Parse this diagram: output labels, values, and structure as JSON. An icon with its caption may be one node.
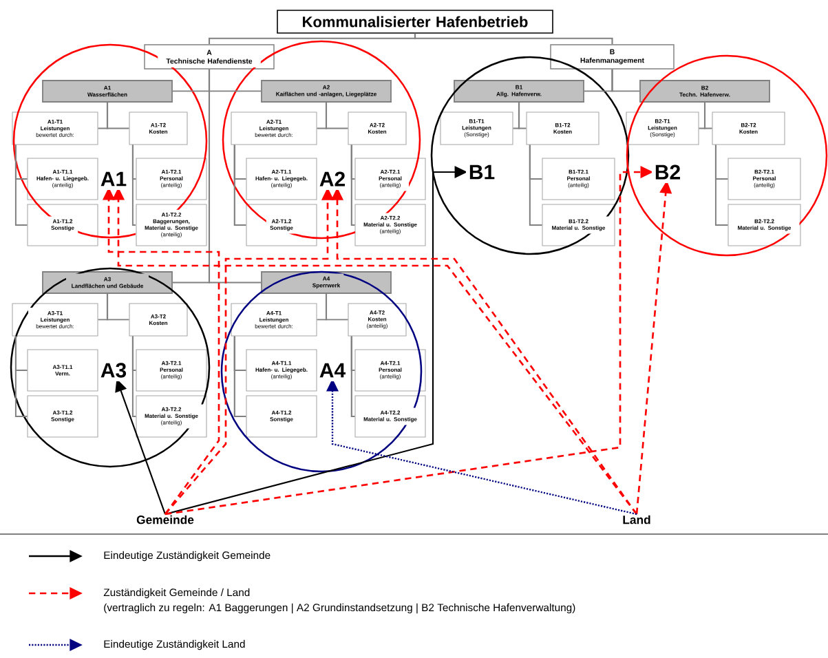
{
  "diagram": {
    "nodes": [
      {
        "text": [
          "Kommunalisierter Hafenbetrieb"
        ]
      },
      {
        "text": [
          "A",
          "Technische Hafendienste"
        ]
      },
      {
        "text": [
          "B",
          "Hafenmanagement"
        ]
      },
      {
        "text": [
          "A1",
          "Wasserflächen"
        ]
      },
      {
        "text": [
          "A1-T1",
          "Leistungen",
          "bewertet durch:"
        ]
      },
      {
        "text": [
          "A1-T2",
          "Kosten"
        ]
      },
      {
        "text": [
          "A1-T1.1",
          "Hafen- u. Liegegeb.",
          "(anteilig)"
        ]
      },
      {
        "text": [
          "A1-T1.2",
          "Sonstige"
        ]
      },
      {
        "text": [
          "A1-T2.1",
          "Personal",
          "(anteilig)"
        ]
      },
      {
        "text": [
          "A1-T2.2",
          "Baggerungen, Material u. Sonstige",
          "(anteilig)"
        ]
      },
      {
        "text": [
          "A2",
          "Kaiflächen und -anlagen, Liegeplätze"
        ]
      },
      {
        "text": [
          "A2-T1",
          "Leistungen",
          "bewertet durch:"
        ]
      },
      {
        "text": [
          "A2-T2",
          "Kosten"
        ]
      },
      {
        "text": [
          "A2-T1.1",
          "Hafen- u. Liegegeb.",
          "(anteilig)"
        ]
      },
      {
        "text": [
          "A2-T1.2",
          "Sonstige"
        ]
      },
      {
        "text": [
          "A2-T2.1",
          "Personal",
          "(anteilig)"
        ]
      },
      {
        "text": [
          "A2-T2.2",
          "Material u. Sonstige",
          "(anteilig)"
        ]
      },
      {
        "text": [
          "B1",
          "Allg. Hafenverw."
        ]
      },
      {
        "text": [
          "B1-T1",
          "Leistungen",
          "(Sonstige)"
        ]
      },
      {
        "text": [
          "B1-T2",
          "Kosten"
        ]
      },
      {
        "text": [
          "B1-T2.1",
          "Personal",
          "(anteilig)"
        ]
      },
      {
        "text": [
          "B1-T2.2",
          "Material u. Sonstige"
        ]
      },
      {
        "text": [
          "B2",
          "Techn. Hafenverw."
        ]
      },
      {
        "text": [
          "B2-T1",
          "Leistungen",
          "(Sonstige)"
        ]
      },
      {
        "text": [
          "B2-T2",
          "Kosten"
        ]
      },
      {
        "text": [
          "B2-T2.1",
          "Personal",
          "(anteilig)"
        ]
      },
      {
        "text": [
          "B2-T2.2",
          "Material u. Sonstige"
        ]
      },
      {
        "text": [
          "A3",
          "Landflächen und Gebäude"
        ]
      },
      {
        "text": [
          "A3-T1",
          "Leistungen",
          "bewertet durch:"
        ]
      },
      {
        "text": [
          "A3-T2",
          "Kosten"
        ]
      },
      {
        "text": [
          "A3-T1.1",
          "Verm."
        ]
      },
      {
        "text": [
          "A3-T1.2",
          "Sonstige"
        ]
      },
      {
        "text": [
          "A3-T2.1",
          "Personal",
          "(anteilig)"
        ]
      },
      {
        "text": [
          "A3-T2.2",
          "Material u. Sonstige",
          "(anteilig)"
        ]
      },
      {
        "text": [
          "A4",
          "Sperrwerk"
        ]
      },
      {
        "text": [
          "A4-T1",
          "Leistungen",
          "bewertet durch:"
        ]
      },
      {
        "text": [
          "A4-T2",
          "Kosten",
          "(anteilig)"
        ]
      },
      {
        "text": [
          "A4-T1.1",
          "Hafen- u. Liegegeb.",
          "(anteilig)"
        ]
      },
      {
        "text": [
          "A4-T1.2",
          "Sonstige"
        ]
      },
      {
        "text": [
          "A4-T2.1",
          "Personal",
          "(anteilig)"
        ]
      },
      {
        "text": [
          "A4-T2.2",
          "Material u. Sonstige"
        ]
      },
      {
        "text": [
          "A1"
        ]
      },
      {
        "text": [
          "A2"
        ]
      },
      {
        "text": [
          "B1"
        ]
      },
      {
        "text": [
          "B2"
        ]
      },
      {
        "text": [
          "A3"
        ]
      },
      {
        "text": [
          "A4"
        ]
      },
      {
        "text": [
          "Gemeinde"
        ]
      },
      {
        "text": [
          "Land"
        ]
      }
    ],
    "edges": [
      {
        "from": 0,
        "to": 1,
        "arrow": "none"
      },
      {
        "from": 0,
        "to": 2,
        "arrow": "none"
      },
      {
        "from": 1,
        "to": 3,
        "arrow": "none"
      },
      {
        "from": 1,
        "to": 10,
        "arrow": "none"
      },
      {
        "from": 1,
        "to": 27,
        "arrow": "none"
      },
      {
        "from": 1,
        "to": 34,
        "arrow": "none"
      },
      {
        "from": 2,
        "to": 17,
        "arrow": "none"
      },
      {
        "from": 2,
        "to": 22,
        "arrow": "none"
      },
      {
        "from": 3,
        "to": 4,
        "arrow": "none"
      },
      {
        "from": 3,
        "to": 5,
        "arrow": "none"
      },
      {
        "from": 4,
        "to": 6,
        "arrow": "none"
      },
      {
        "from": 4,
        "to": 7,
        "arrow": "none"
      },
      {
        "from": 5,
        "to": 8,
        "arrow": "none"
      },
      {
        "from": 5,
        "to": 9,
        "arrow": "none"
      },
      {
        "from": 10,
        "to": 11,
        "arrow": "none"
      },
      {
        "from": 10,
        "to": 12,
        "arrow": "none"
      },
      {
        "from": 11,
        "to": 13,
        "arrow": "none"
      },
      {
        "from": 11,
        "to": 14,
        "arrow": "none"
      },
      {
        "from": 12,
        "to": 15,
        "arrow": "none"
      },
      {
        "from": 12,
        "to": 16,
        "arrow": "none"
      },
      {
        "from": 17,
        "to": 18,
        "arrow": "none"
      },
      {
        "from": 17,
        "to": 19,
        "arrow": "none"
      },
      {
        "from": 19,
        "to": 20,
        "arrow": "none"
      },
      {
        "from": 19,
        "to": 21,
        "arrow": "none"
      },
      {
        "from": 22,
        "to": 23,
        "arrow": "none"
      },
      {
        "from": 22,
        "to": 24,
        "arrow": "none"
      },
      {
        "from": 24,
        "to": 25,
        "arrow": "none"
      },
      {
        "from": 24,
        "to": 26,
        "arrow": "none"
      },
      {
        "from": 27,
        "to": 28,
        "arrow": "none"
      },
      {
        "from": 27,
        "to": 29,
        "arrow": "none"
      },
      {
        "from": 28,
        "to": 30,
        "arrow": "none"
      },
      {
        "from": 28,
        "to": 31,
        "arrow": "none"
      },
      {
        "from": 29,
        "to": 32,
        "arrow": "none"
      },
      {
        "from": 29,
        "to": 33,
        "arrow": "none"
      },
      {
        "from": 34,
        "to": 35,
        "arrow": "none"
      },
      {
        "from": 34,
        "to": 36,
        "arrow": "none"
      },
      {
        "from": 35,
        "to": 37,
        "arrow": "none"
      },
      {
        "from": 35,
        "to": 38,
        "arrow": "none"
      },
      {
        "from": 36,
        "to": 39,
        "arrow": "none"
      },
      {
        "from": 36,
        "to": 40,
        "arrow": "none"
      },
      {
        "from": 47,
        "to": 45,
        "arrow": "to",
        "color": "#000000"
      },
      {
        "from": 47,
        "to": 43,
        "arrow": "to",
        "color": "#000000"
      },
      {
        "from": 47,
        "to": 41,
        "arrow": "to",
        "style": "dashed",
        "color": "#ff0000"
      },
      {
        "from": 47,
        "to": 42,
        "arrow": "to",
        "style": "dashed",
        "color": "#ff0000"
      },
      {
        "from": 47,
        "to": 44,
        "arrow": "to",
        "style": "dashed",
        "color": "#ff0000"
      },
      {
        "from": 48,
        "to": 41,
        "arrow": "to",
        "style": "dashed",
        "color": "#ff0000"
      },
      {
        "from": 48,
        "to": 42,
        "arrow": "to",
        "style": "dashed",
        "color": "#ff0000"
      },
      {
        "from": 48,
        "to": 44,
        "arrow": "to",
        "style": "dashed",
        "color": "#ff0000"
      },
      {
        "from": 48,
        "to": 46,
        "arrow": "to",
        "style": "dashed",
        "color": "#000080"
      }
    ],
    "labels": [
      "(vertraglich zu regeln: A1 Baggerungen | A2 Grundinstandsetzung | B2 Technische Hafenverwaltung)"
    ],
    "legend": [
      {
        "text": "Eindeutige Zuständigkeit Gemeinde"
      },
      {
        "text": "Zuständigkeit Gemeinde / Land"
      },
      {
        "text": "Eindeutige Zuständigkeit Land"
      }
    ]
  }
}
